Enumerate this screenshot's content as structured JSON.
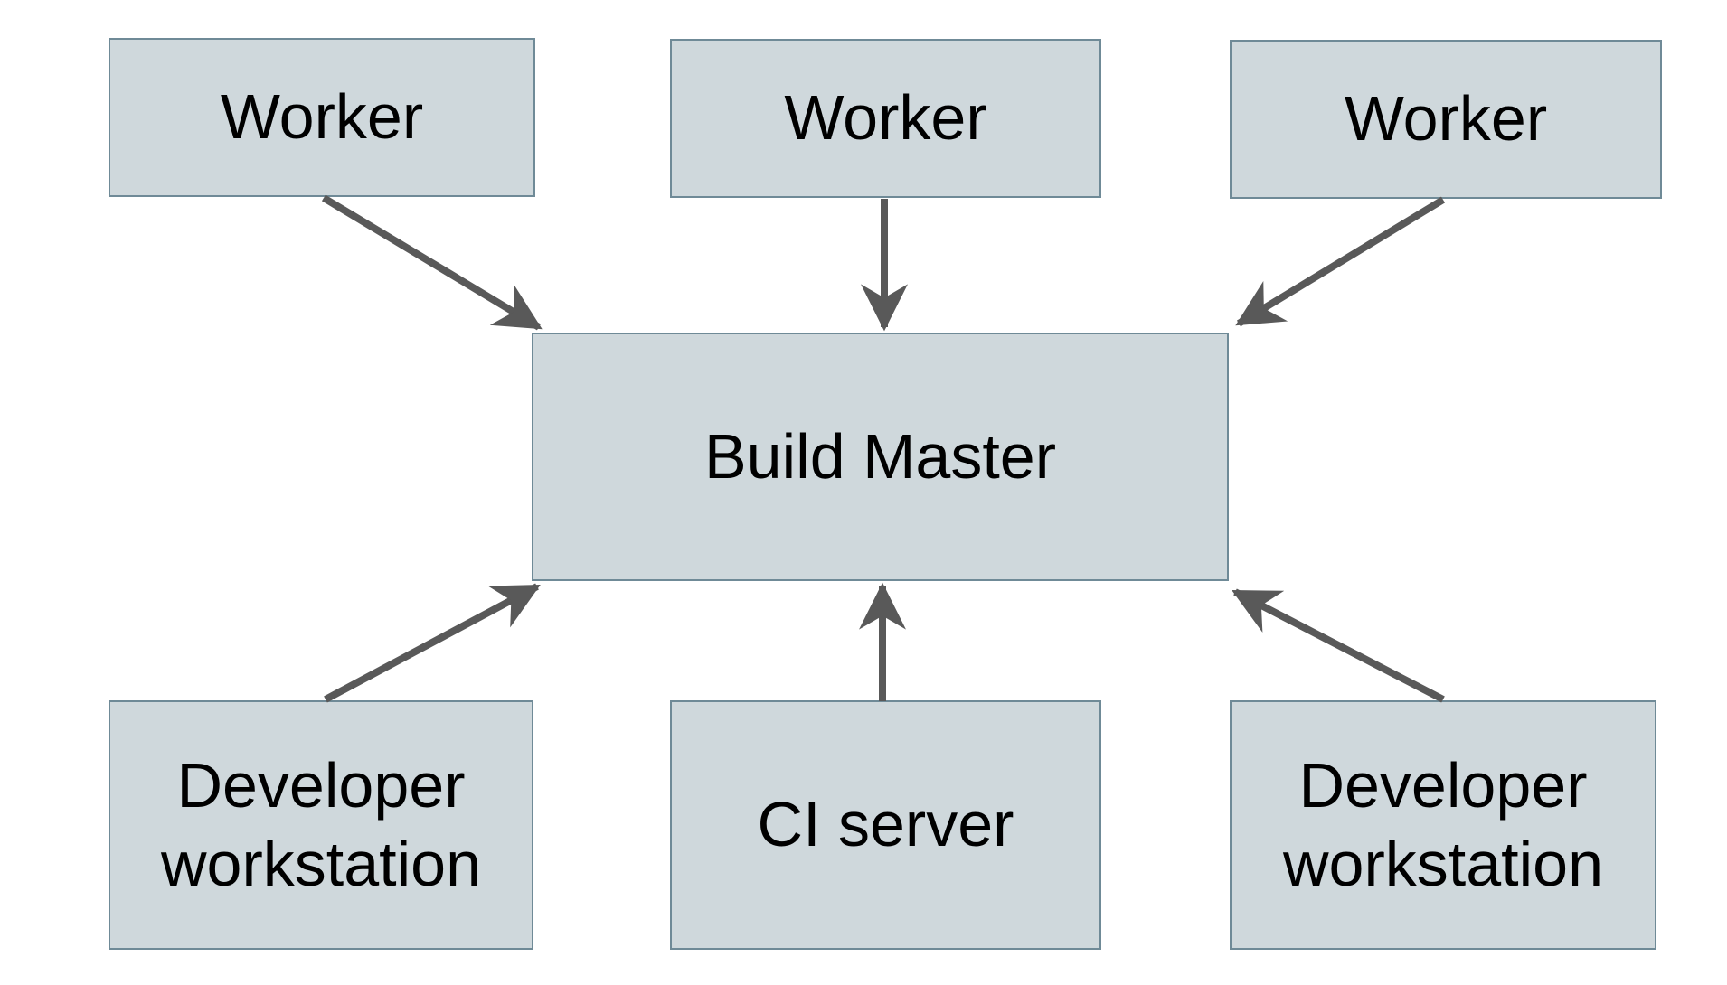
{
  "diagram": {
    "description": "Build system architecture diagram",
    "colors": {
      "node_fill": "#cfd8dc",
      "node_border": "#6f8a97",
      "arrow": "#595959",
      "text": "#000000",
      "background": "#ffffff"
    },
    "nodes": [
      {
        "id": "worker-1",
        "label": "Worker"
      },
      {
        "id": "worker-2",
        "label": "Worker"
      },
      {
        "id": "worker-3",
        "label": "Worker"
      },
      {
        "id": "build-master",
        "label": "Build Master"
      },
      {
        "id": "developer-workstation-left",
        "label": "Developer workstation"
      },
      {
        "id": "ci-server",
        "label": "CI server"
      },
      {
        "id": "developer-workstation-right",
        "label": "Developer workstation"
      }
    ],
    "edges": [
      {
        "from": "worker-1",
        "to": "build-master"
      },
      {
        "from": "worker-2",
        "to": "build-master"
      },
      {
        "from": "worker-3",
        "to": "build-master"
      },
      {
        "from": "developer-workstation-left",
        "to": "build-master"
      },
      {
        "from": "ci-server",
        "to": "build-master"
      },
      {
        "from": "developer-workstation-right",
        "to": "build-master"
      }
    ]
  }
}
